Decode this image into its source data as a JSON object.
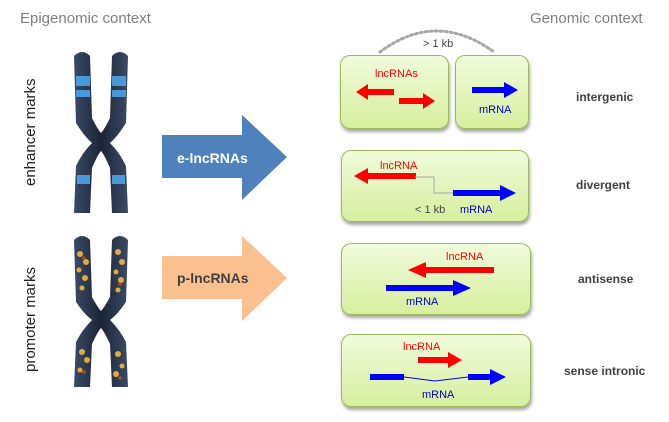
{
  "headers": {
    "left": "Epigenomic context",
    "right": "Genomic context"
  },
  "side_labels": {
    "enhancer": "enhancer marks",
    "promoter": "promoter marks"
  },
  "big_arrows": [
    {
      "label": "e-lncRNAs",
      "color": "#4f81bd",
      "text_color": "#ffffff"
    },
    {
      "label": "p-lncRNAs",
      "color": "#fac090",
      "text_color": "#404040"
    }
  ],
  "colors": {
    "lncrna": "#ff0000",
    "mrna": "#0000ff",
    "box_border": "#9bbb59"
  },
  "contexts": [
    {
      "name": "intergenic",
      "lncrna_label": "lncRNAs",
      "mrna_label": "mRNA",
      "distance": "> 1 kb"
    },
    {
      "name": "divergent",
      "lncrna_label": "lncRNA",
      "mrna_label": "mRNA",
      "distance": "< 1 kb"
    },
    {
      "name": "antisense",
      "lncrna_label": "lncRNA",
      "mrna_label": "mRNA"
    },
    {
      "name": "sense intronic",
      "lncrna_label": "lncRNA",
      "mrna_label": "mRNA"
    }
  ]
}
